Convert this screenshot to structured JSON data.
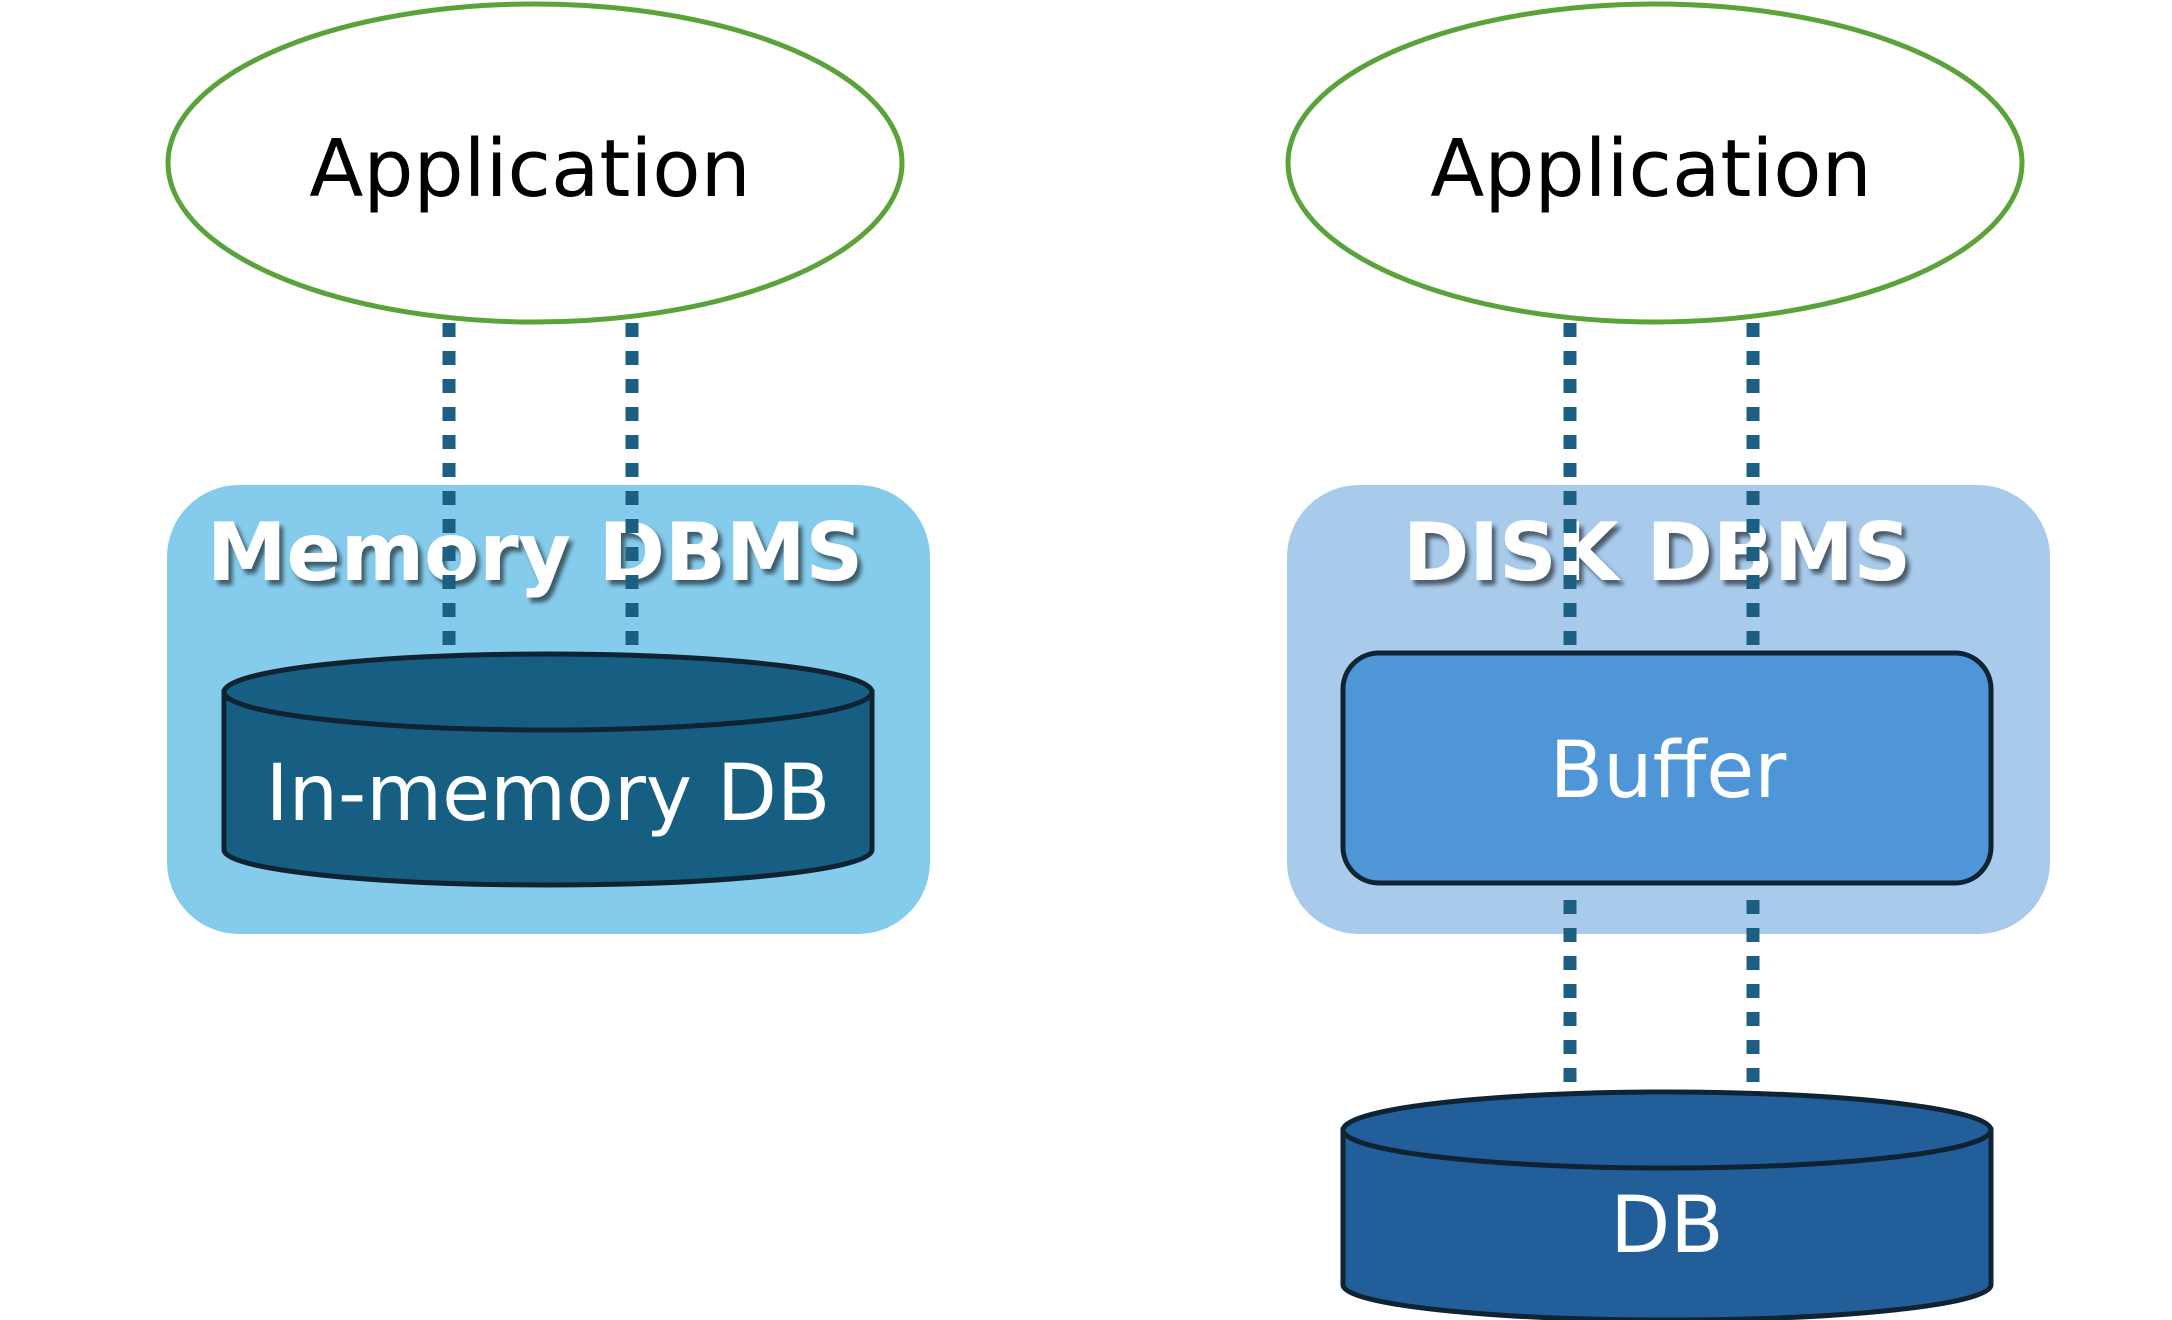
{
  "left_diagram": {
    "application_label": "Application",
    "container_title": "Memory DBMS",
    "db_label": "In-memory DB"
  },
  "right_diagram": {
    "application_label": "Application",
    "container_title": "DISK DBMS",
    "buffer_label": "Buffer",
    "db_label": "DB"
  },
  "colors": {
    "ellipse_stroke": "#5aa23a",
    "connector": "#1d5f82",
    "memory_container": "#85cbeb",
    "disk_container": "#a8cbec",
    "inmemory_db_fill": "#175f82",
    "buffer_fill": "#4f96d9",
    "disk_db_fill": "#225f9a",
    "outline": "#0f2333"
  },
  "icons": [
    "ellipse-shape",
    "cylinder-shape",
    "dotted-connector"
  ]
}
